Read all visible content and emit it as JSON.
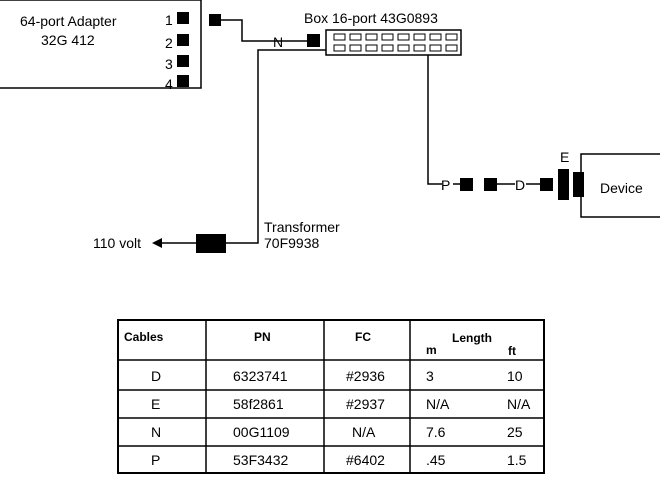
{
  "diagram": {
    "adapter": {
      "name": "64-port Adapter",
      "pn": "32G 412",
      "ports": [
        "1",
        "2",
        "3",
        "4"
      ]
    },
    "box": {
      "label": "Box 16-port  43G0893"
    },
    "cable_labels": {
      "n": "N",
      "p": "P",
      "d": "D",
      "e": "E"
    },
    "device": {
      "label": "Device"
    },
    "transformer": {
      "name": "Transformer",
      "pn": "70F9938"
    },
    "power": {
      "label": "110 volt"
    }
  },
  "table": {
    "headers": {
      "cables": "Cables",
      "pn": "PN",
      "fc": "FC",
      "length": "Length",
      "m": "m",
      "ft": "ft"
    },
    "rows": [
      {
        "cable": "D",
        "pn": "6323741",
        "fc": "#2936",
        "m": "3",
        "ft": "10"
      },
      {
        "cable": "E",
        "pn": "58f2861",
        "fc": "#2937",
        "m": "N/A",
        "ft": "N/A"
      },
      {
        "cable": "N",
        "pn": "00G1109",
        "fc": "N/A",
        "m": "7.6",
        "ft": "25"
      },
      {
        "cable": "P",
        "pn": "53F3432",
        "fc": "#6402",
        "m": ".45",
        "ft": "1.5"
      }
    ]
  }
}
